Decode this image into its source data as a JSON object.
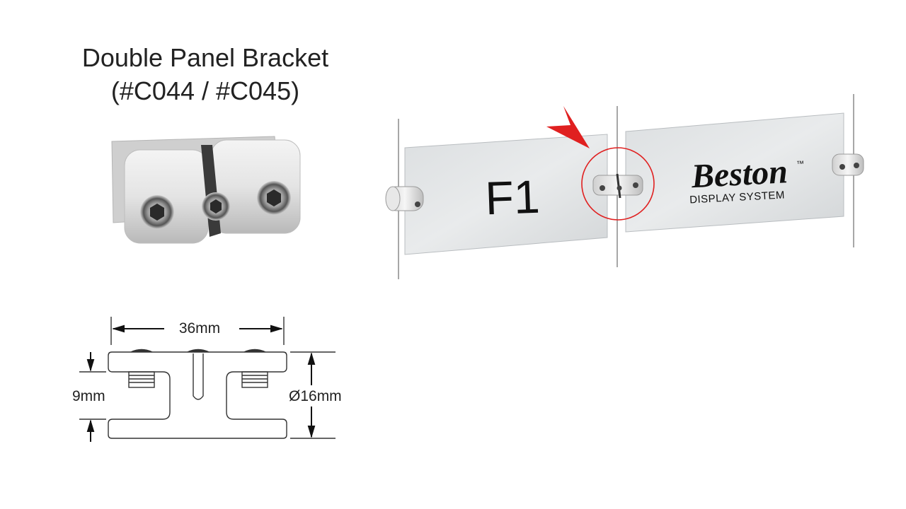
{
  "title": {
    "line1": "Double Panel Bracket",
    "line2": "(#C044 / #C045)"
  },
  "dimensions": {
    "length": "36mm",
    "height": "9mm",
    "diameter": "Ø16mm"
  },
  "panels": {
    "left_label": "F1",
    "brand_name": "Beston",
    "brand_tm": "™",
    "brand_tagline": "DISPLAY SYSTEM"
  },
  "colors": {
    "highlight": "#e02020",
    "panel": "#e6e9eb",
    "metal": "#d8d8d8"
  }
}
